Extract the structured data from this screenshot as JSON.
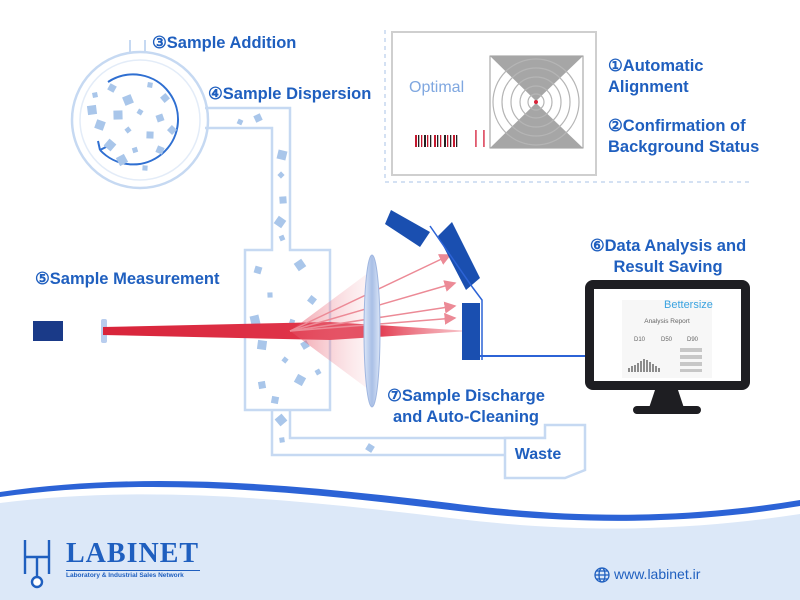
{
  "steps": {
    "automatic_alignment": "①Automatic\nAlignment",
    "background_status": "②Confirmation of\nBackground Status",
    "sample_addition": "③Sample Addition",
    "sample_dispersion": "④Sample Dispersion",
    "sample_measurement": "⑤Sample Measurement",
    "data_analysis": "⑥Data Analysis and\nResult Saving",
    "discharge_cleaning": "⑦Sample Discharge\nand Auto-Cleaning"
  },
  "inset": {
    "status_text": "Optimal"
  },
  "monitor": {
    "brand": "Bettersize",
    "report_title": "Analysis Report",
    "columns": [
      "D10",
      "D50",
      "D90"
    ]
  },
  "waste_label": "Waste",
  "footer": {
    "logo_name": "LABINET",
    "logo_tagline": "Laboratory & Industrial Sales Network",
    "website": "www.labinet.ir"
  },
  "colors": {
    "label_blue": "#1f5fbf",
    "laser_red": "#d8243a",
    "detector_blue": "#1a4fb0",
    "wave_blue": "#2c63d6",
    "pipe_outline": "#c6d9f2",
    "particle": "#a9c6ea"
  },
  "icons": [
    "globe-icon",
    "labinet-logo-icon"
  ]
}
